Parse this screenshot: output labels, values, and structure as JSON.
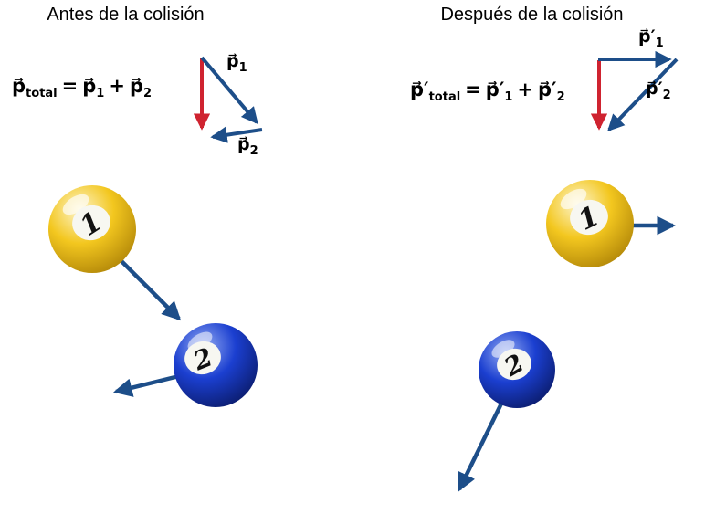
{
  "colors": {
    "arrow_blue": "#1d4e89",
    "arrow_red": "#cf2330",
    "text": "#000000",
    "ball_yellow_light": "#fdf5cd",
    "ball_yellow_mid": "#f3c71f",
    "ball_yellow_dark": "#a87d05",
    "ball_blue_light": "#93aaf2",
    "ball_blue_mid": "#1b3fd0",
    "ball_blue_dark": "#09175e",
    "ball_circle": "#f7f7f1",
    "ball_number": "#111111"
  },
  "before": {
    "title": "Antes de la colisión",
    "formula": {
      "total_base": "p⃗",
      "total_sub": "total",
      "equals": "=",
      "p1_base": "p⃗",
      "p1_sub": "1",
      "plus": "+",
      "p2_base": "p⃗",
      "p2_sub": "2"
    },
    "vector_labels": {
      "p1_base": "p⃗",
      "p1_sub": "1",
      "p2_base": "p⃗",
      "p2_sub": "2"
    },
    "ball1_number": "1",
    "ball2_number": "2"
  },
  "after": {
    "title": "Después de la colisión",
    "formula": {
      "total_base": "p⃗′",
      "total_sub": "total",
      "equals": "=",
      "p1_base": "p⃗′",
      "p1_sub": "1",
      "plus": "+",
      "p2_base": "p⃗′",
      "p2_sub": "2"
    },
    "vector_labels": {
      "p1_base": "p⃗′",
      "p1_sub": "1",
      "p2_base": "p⃗′",
      "p2_sub": "2"
    },
    "ball1_number": "1",
    "ball2_number": "2"
  }
}
